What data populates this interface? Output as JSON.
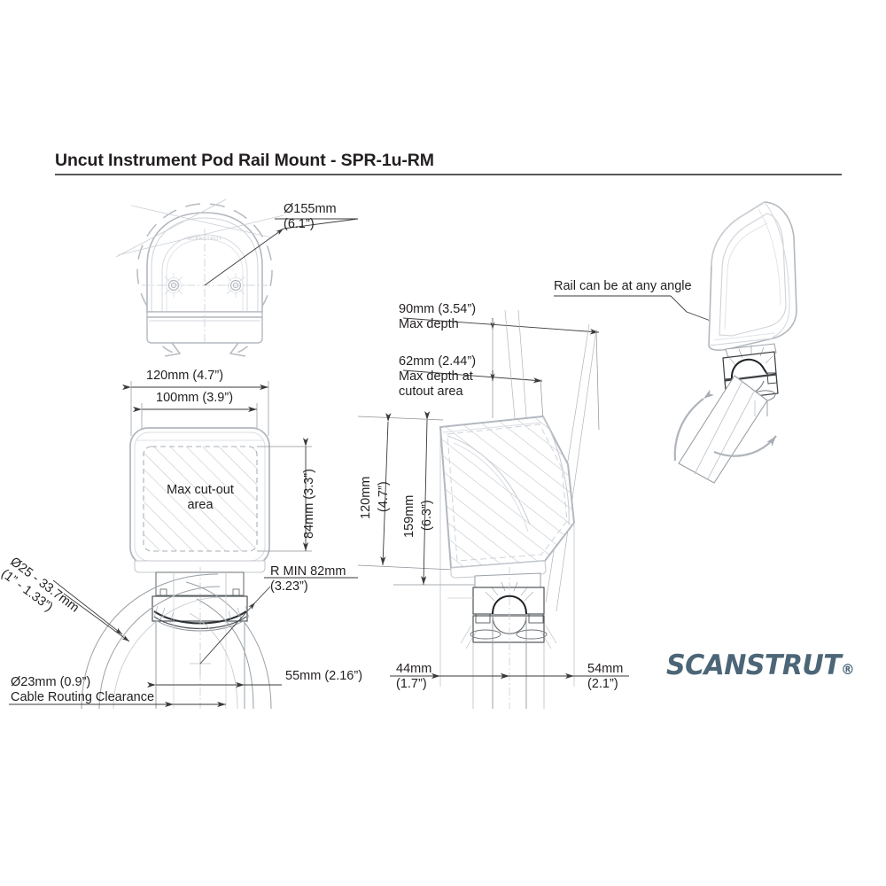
{
  "sheet": {
    "background": "#ffffff",
    "title": "Uncut Instrument Pod Rail Mount - SPR-1u-RM",
    "line_color": "#9aa0a6",
    "dim_color": "#231f20",
    "rule_color": "#58595b"
  },
  "brand": {
    "name": "SCANSTRUT",
    "mark": "®",
    "color": "#4c6677"
  },
  "views": {
    "front_top_left": {
      "name": "front-view-rotation-envelope",
      "callout_line1": "Ø155mm",
      "callout_line2": "(6.1”)"
    },
    "plan_left": {
      "name": "plan-view-cutout",
      "width_outer_line1": "120mm (4.7”)",
      "width_inner_line1": "100mm (3.9”)",
      "height_label": "84mm (3.3”)",
      "cutout_label_line1": "Max cut-out",
      "cutout_label_line2": "area",
      "rail_dia_line1": "Ø25 - 33.7mm",
      "rail_dia_line2": "(1” - 1.33”)",
      "radius_line1": "R MIN 82mm",
      "radius_line2": "(3.23”)",
      "width_bottom": "55mm (2.16”)",
      "cable_line1": "Ø23mm (0.9”)",
      "cable_line2": "Cable Routing Clearance"
    },
    "side_center": {
      "name": "side-view-depths",
      "depth_max_line1": "90mm (3.54”)",
      "depth_max_line2": "Max depth",
      "depth_cutout_line1": "62mm (2.44”)",
      "depth_cutout_line2": "Max depth at",
      "depth_cutout_line3": "cutout area",
      "height_120_line1": "120mm",
      "height_120_line2": "(4.7”)",
      "height_159_line1": "159mm",
      "height_159_line2": "(6.3”)",
      "offset_left_line1": "44mm",
      "offset_left_line2": "(1.7”)",
      "offset_right_line1": "54mm",
      "offset_right_line2": "(2.1”)"
    },
    "iso_right": {
      "name": "isometric-view-any-angle",
      "note": "Rail can be at any angle"
    }
  }
}
